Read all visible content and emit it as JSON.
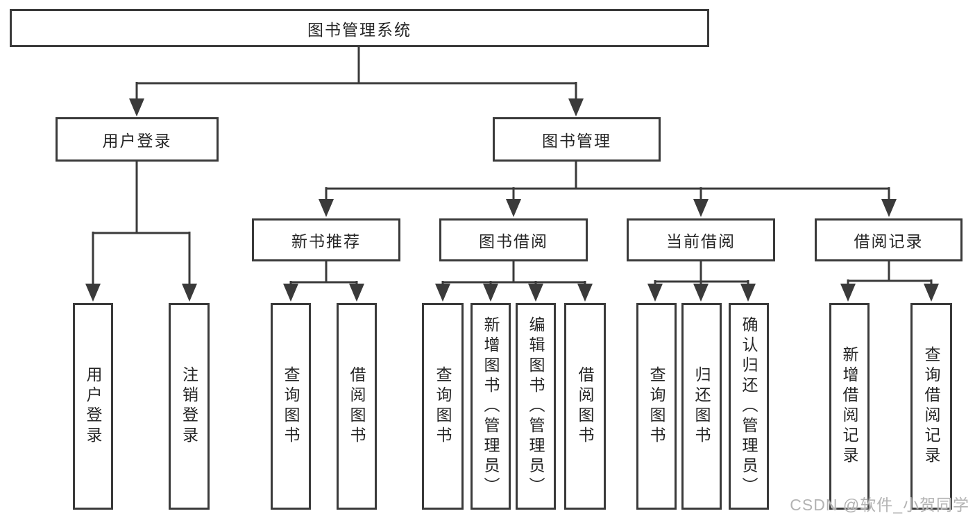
{
  "diagram": {
    "title": "图书管理系统",
    "branches": [
      {
        "label": "用户登录",
        "children": [
          {
            "label": "用户登录"
          },
          {
            "label": "注销登录"
          }
        ]
      },
      {
        "label": "图书管理",
        "children": [
          {
            "label": "新书推荐",
            "children": [
              {
                "label": "查询图书"
              },
              {
                "label": "借阅图书"
              }
            ]
          },
          {
            "label": "图书借阅",
            "children": [
              {
                "label": "查询图书"
              },
              {
                "label": "新增图书（管理员）"
              },
              {
                "label": "编辑图书（管理员）"
              },
              {
                "label": "借阅图书"
              }
            ]
          },
          {
            "label": "当前借阅",
            "children": [
              {
                "label": "查询图书"
              },
              {
                "label": "归还图书"
              },
              {
                "label": "确认归还（管理员）"
              }
            ]
          },
          {
            "label": "借阅记录",
            "children": [
              {
                "label": "新增借阅记录"
              },
              {
                "label": "查询借阅记录"
              }
            ]
          }
        ]
      }
    ]
  },
  "watermark": {
    "text": "CSDN @软件_小贺同学"
  },
  "colors": {
    "line": "#3a3a3a",
    "border": "#3a3a3a",
    "text": "#262626",
    "watermark": "#b3b3b3",
    "background": "#ffffff"
  }
}
